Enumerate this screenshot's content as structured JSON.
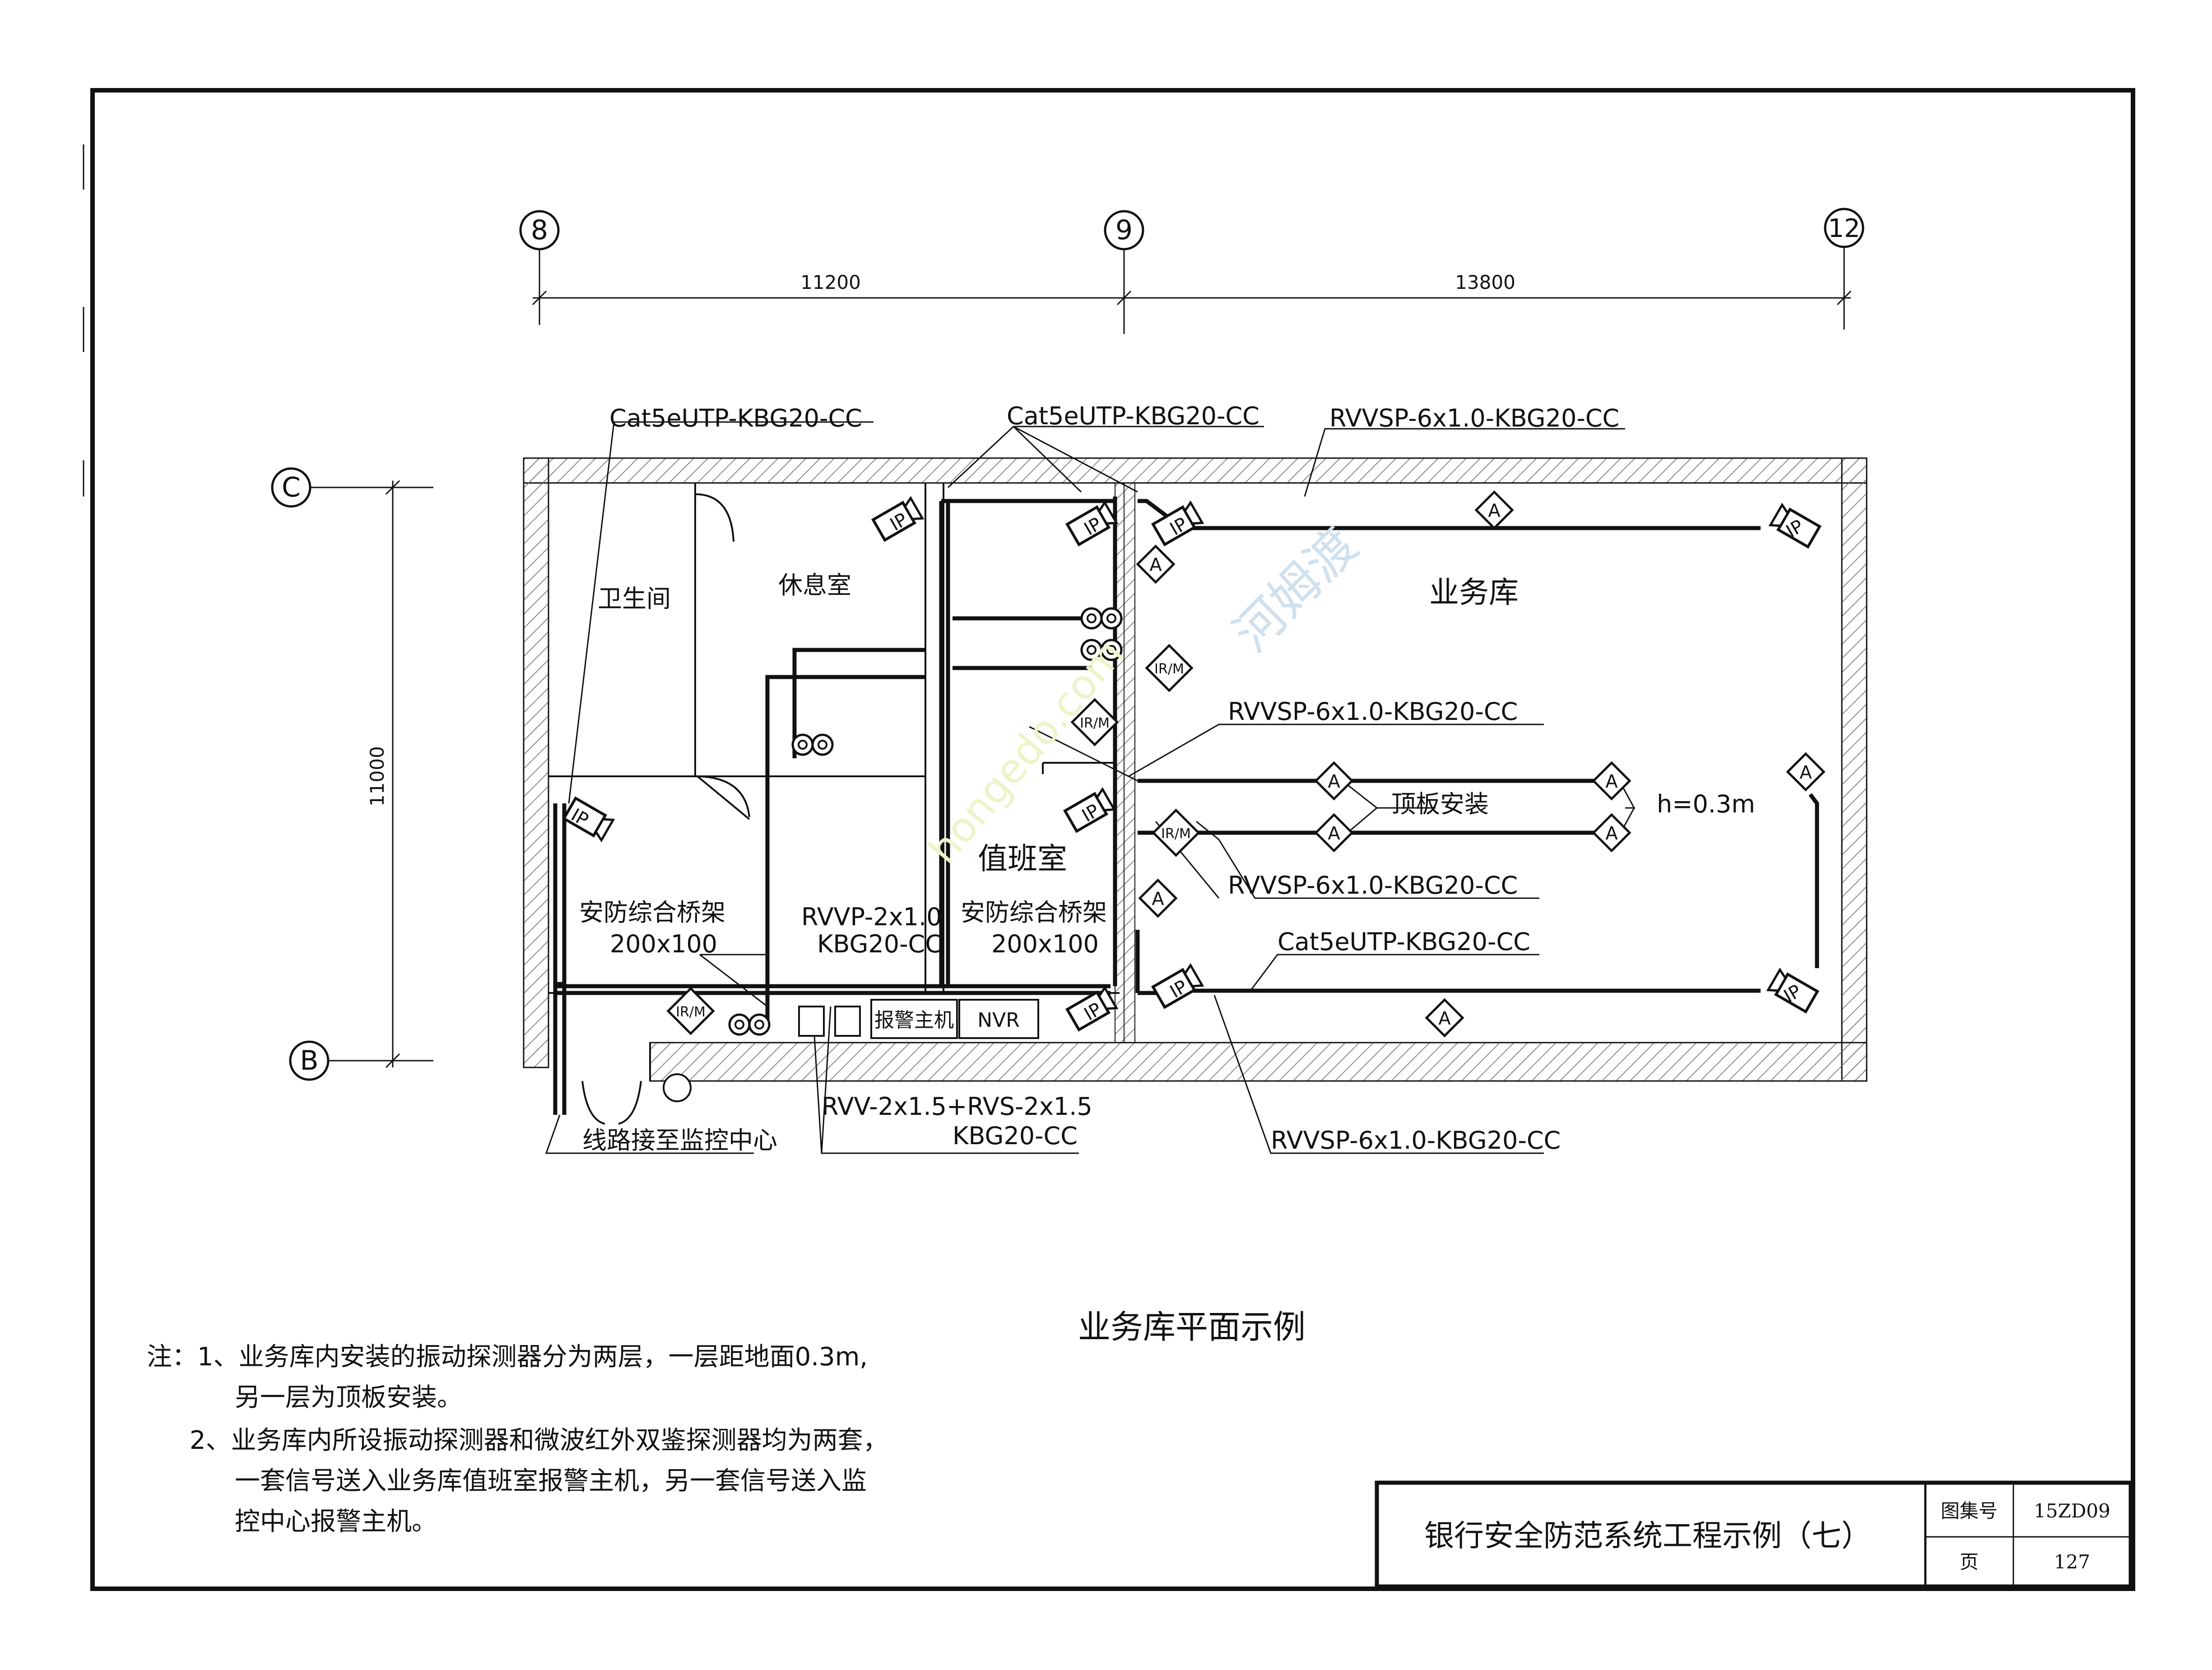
{
  "axes": {
    "col_a": "8",
    "col_b": "9",
    "col_c": "12",
    "row_top": "C",
    "row_bottom": "B",
    "dim_ab": "11200",
    "dim_bc": "13800",
    "dim_vertical": "11000"
  },
  "rooms": {
    "toilet": "卫生间",
    "lounge": "休息室",
    "vault": "业务库",
    "duty": "值班室"
  },
  "cables": {
    "cat5_left": "Cat5eUTP-KBG20-CC",
    "cat5_mid": "Cat5eUTP-KBG20-CC",
    "rvvsp_top": "RVVSP-6x1.0-KBG20-CC",
    "rvvsp_mid": "RVVSP-6x1.0-KBG20-CC",
    "rvvsp_lower": "RVVSP-6x1.0-KBG20-CC",
    "cat5_lower": "Cat5eUTP-KBG20-CC",
    "rvvsp_bottom": "RVVSP-6x1.0-KBG20-CC",
    "rvvp_1": "RVVP-2x1.0",
    "rvvp_2": "KBG20-CC",
    "rvv_1": "RVV-2x1.5+RVS-2x1.5",
    "rvv_2": "KBG20-CC"
  },
  "trays": {
    "left_name": "安防综合桥架",
    "left_size": "200x100",
    "right_name": "安防综合桥架",
    "right_size": "200x100"
  },
  "labels": {
    "ceiling": "顶板安装",
    "height": "h=0.3m",
    "to_center": "线路接至监控中心",
    "alarm_host": "报警主机",
    "nvr": "NVR"
  },
  "devices": {
    "ip": "IP",
    "a": "A",
    "irm": "IR/M"
  },
  "plan_title": "业务库平面示例",
  "notes": [
    "注：1、业务库内安装的振动探测器分为两层，一层距地面0.3m,",
    "另一层为顶板安装。",
    "2、业务库内所设振动探测器和微波红外双鉴探测器均为两套，",
    "一套信号送入业务库值班室报警主机，另一套信号送入监",
    "控中心报警主机。"
  ],
  "title_block": {
    "title": "银行安全防范系统工程示例（七）",
    "atlas_label": "图集号",
    "atlas_no": "15ZD09",
    "page_label": "页",
    "page_no": "127"
  },
  "watermark": {
    "cn": "河姆渡",
    "en": "hongedo.com"
  }
}
